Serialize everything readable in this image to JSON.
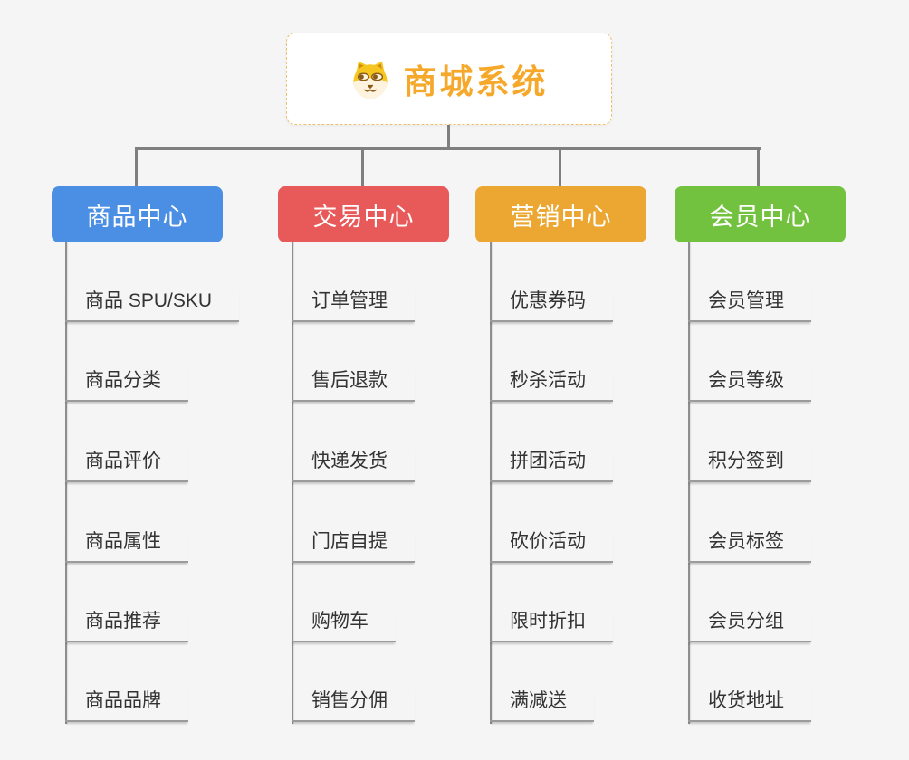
{
  "root": {
    "title": "商城系统",
    "icon": "dog-icon"
  },
  "branches": [
    {
      "label": "商品中心",
      "color": "#4a8fe3",
      "children": [
        "商品 SPU/SKU",
        "商品分类",
        "商品评价",
        "商品属性",
        "商品推荐",
        "商品品牌"
      ]
    },
    {
      "label": "交易中心",
      "color": "#e85a5a",
      "children": [
        "订单管理",
        "售后退款",
        "快递发货",
        "门店自提",
        "购物车",
        "销售分佣"
      ]
    },
    {
      "label": "营销中心",
      "color": "#eba731",
      "children": [
        "优惠券码",
        "秒杀活动",
        "拼团活动",
        "砍价活动",
        "限时折扣",
        "满减送"
      ]
    },
    {
      "label": "会员中心",
      "color": "#72c13f",
      "children": [
        "会员管理",
        "会员等级",
        "积分签到",
        "会员标签",
        "会员分组",
        "收货地址"
      ]
    }
  ],
  "colors": {
    "background": "#f5f5f6",
    "root_accent": "#f5a82a",
    "root_border": "#eec06c",
    "connector_gray": "#7f7f7f",
    "leaf_line_gray": "#9b9b9b",
    "leaf_text": "#333333"
  }
}
